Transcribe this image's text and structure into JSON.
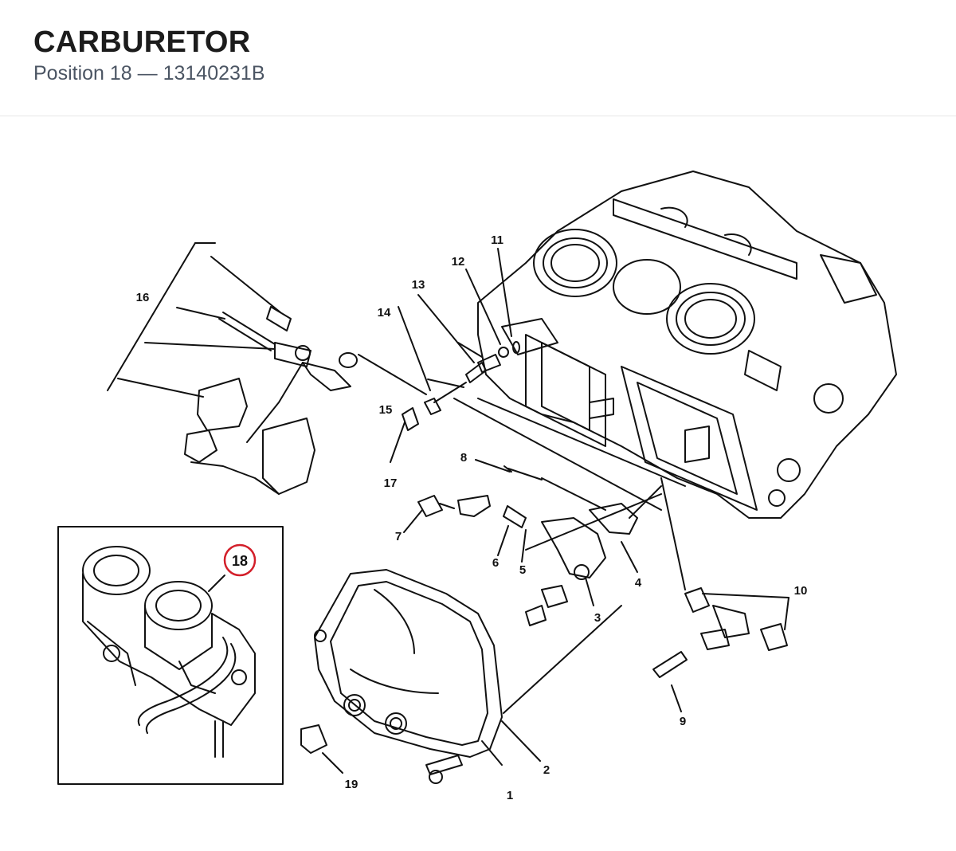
{
  "header": {
    "title": "CARBURETOR",
    "subtitle": "Position 18 — 13140231B"
  },
  "diagram": {
    "callouts": [
      "1",
      "2",
      "3",
      "4",
      "5",
      "6",
      "7",
      "8",
      "9",
      "10",
      "11",
      "12",
      "13",
      "14",
      "15",
      "16",
      "17",
      "18",
      "19"
    ],
    "highlighted_callout": "18",
    "colors": {
      "line": "#111111",
      "highlight": "#d31f2a",
      "background": "#ffffff"
    }
  }
}
